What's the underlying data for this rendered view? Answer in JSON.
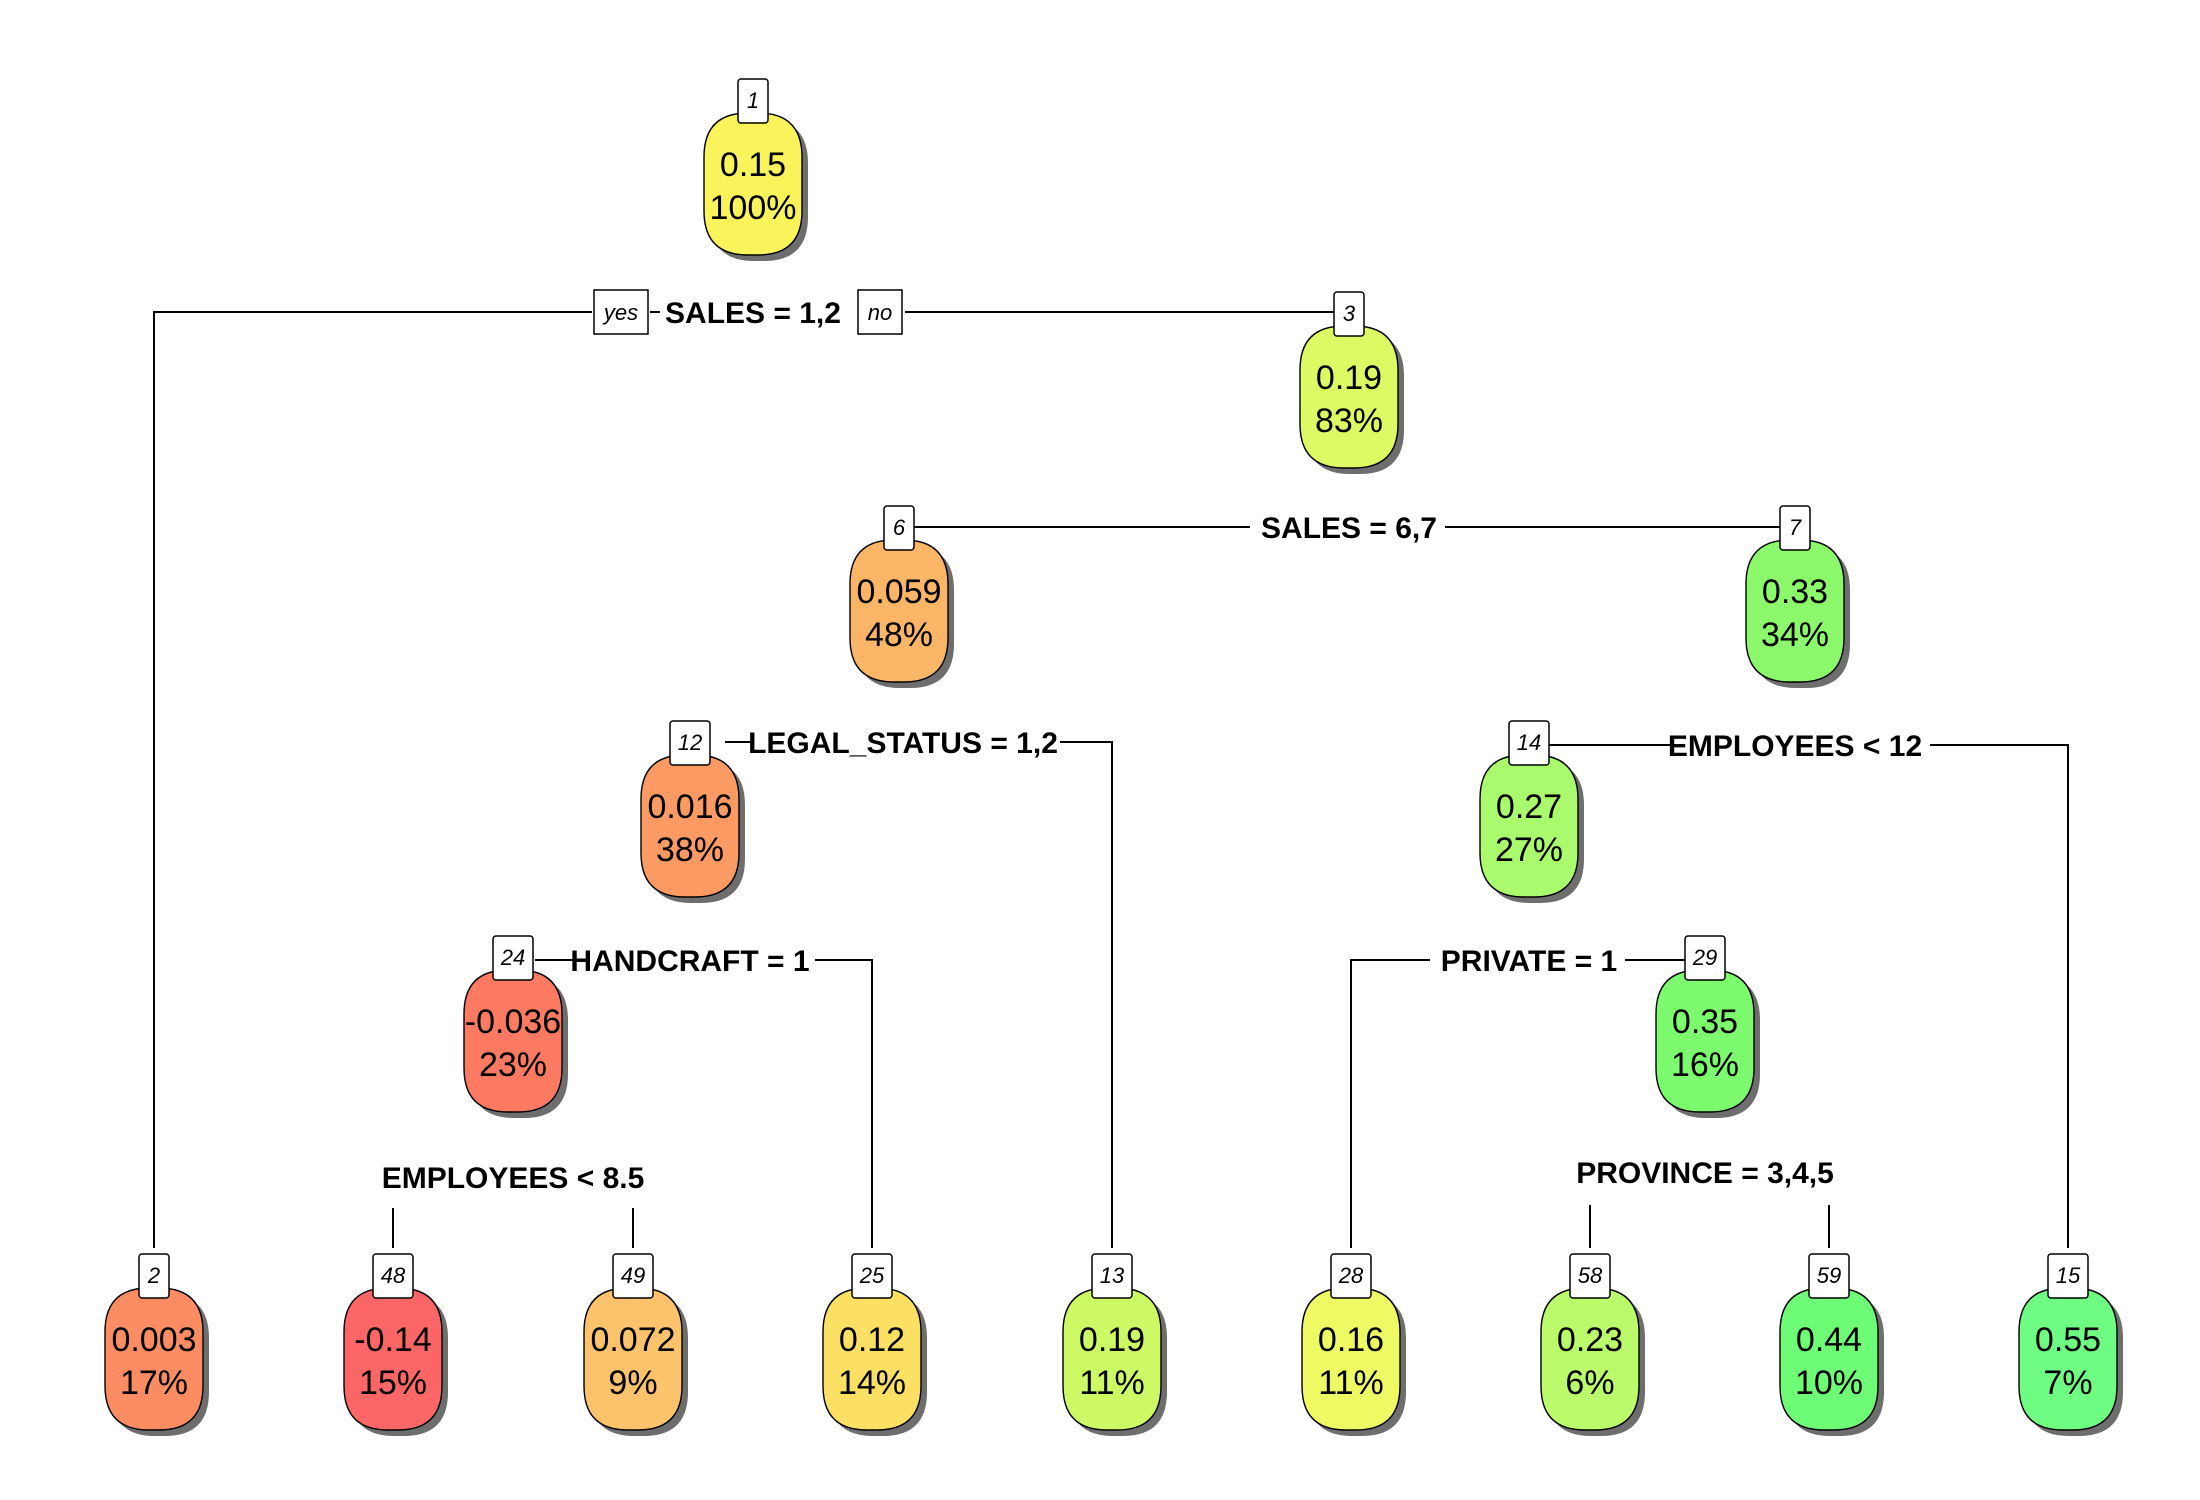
{
  "tree": {
    "nodes": [
      {
        "id": "1",
        "value": "0.15",
        "percent": "100%",
        "color": "#F9F45C"
      },
      {
        "id": "3",
        "value": "0.19",
        "percent": "83%",
        "color": "#DDFA64"
      },
      {
        "id": "6",
        "value": "0.059",
        "percent": "48%",
        "color": "#FBB566"
      },
      {
        "id": "7",
        "value": "0.33",
        "percent": "34%",
        "color": "#8CF96C"
      },
      {
        "id": "12",
        "value": "0.016",
        "percent": "38%",
        "color": "#FC9A64"
      },
      {
        "id": "14",
        "value": "0.27",
        "percent": "27%",
        "color": "#A9FA6C"
      },
      {
        "id": "24",
        "value": "-0.036",
        "percent": "23%",
        "color": "#FC7A62"
      },
      {
        "id": "29",
        "value": "0.35",
        "percent": "16%",
        "color": "#7DFB6E"
      },
      {
        "id": "2",
        "value": "0.003",
        "percent": "17%",
        "color": "#FC8C62"
      },
      {
        "id": "48",
        "value": "-0.14",
        "percent": "15%",
        "color": "#FC6666"
      },
      {
        "id": "49",
        "value": "0.072",
        "percent": "9%",
        "color": "#FCC36C"
      },
      {
        "id": "25",
        "value": "0.12",
        "percent": "14%",
        "color": "#FCE064"
      },
      {
        "id": "13",
        "value": "0.19",
        "percent": "11%",
        "color": "#CDFA64"
      },
      {
        "id": "28",
        "value": "0.16",
        "percent": "11%",
        "color": "#EEFA64"
      },
      {
        "id": "58",
        "value": "0.23",
        "percent": "6%",
        "color": "#BBFA6A"
      },
      {
        "id": "59",
        "value": "0.44",
        "percent": "10%",
        "color": "#6EFB76"
      },
      {
        "id": "15",
        "value": "0.55",
        "percent": "7%",
        "color": "#6EFC82"
      }
    ],
    "splits": [
      {
        "id": "s1",
        "text": "SALES = 1,2"
      },
      {
        "id": "s3",
        "text": "SALES = 6,7"
      },
      {
        "id": "s6",
        "text": "LEGAL_STATUS = 1,2"
      },
      {
        "id": "s7",
        "text": "EMPLOYEES < 12"
      },
      {
        "id": "s12",
        "text": "HANDCRAFT = 1"
      },
      {
        "id": "s14",
        "text": "PRIVATE = 1"
      },
      {
        "id": "s24",
        "text": "EMPLOYEES < 8.5"
      },
      {
        "id": "s29",
        "text": "PROVINCE = 3,4,5"
      }
    ],
    "branch_labels": {
      "yes": "yes",
      "no": "no"
    }
  }
}
